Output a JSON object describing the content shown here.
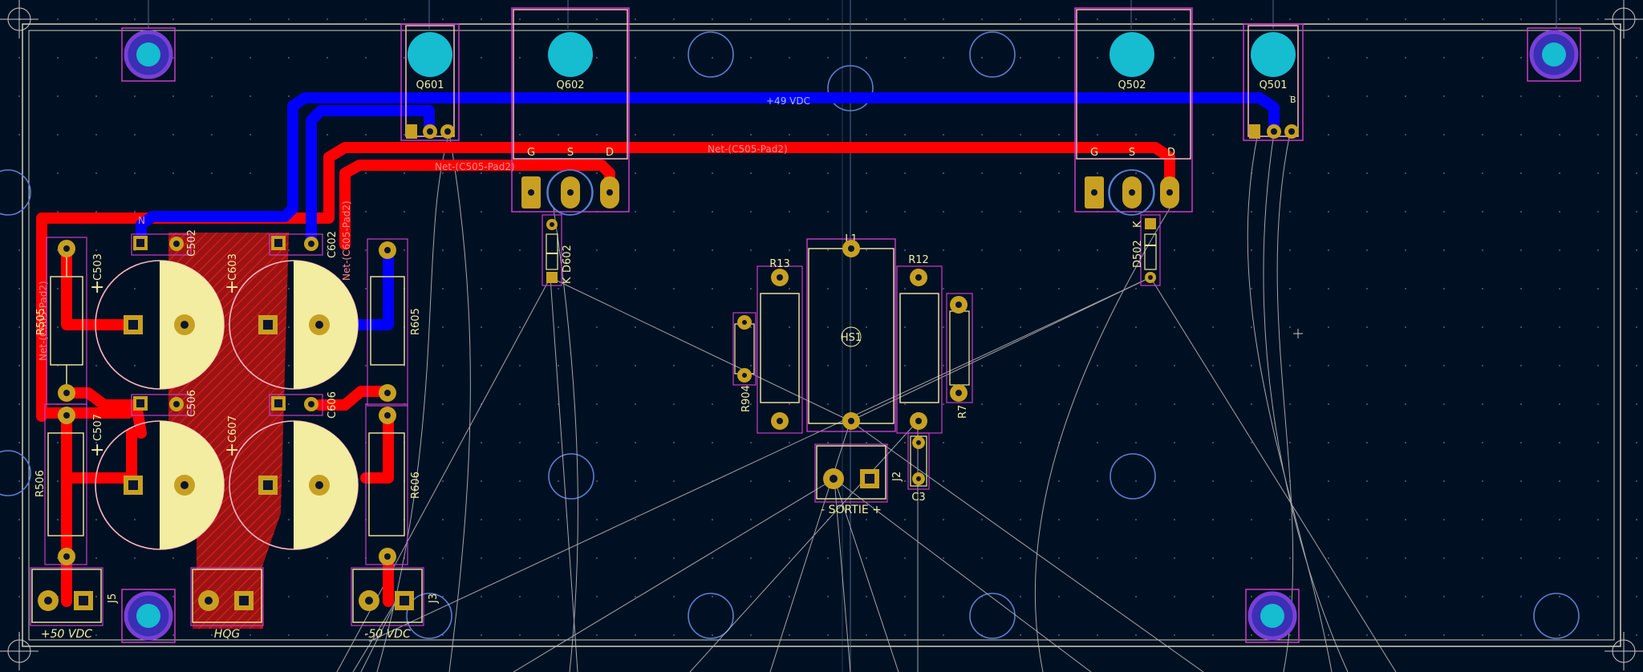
{
  "colors": {
    "background": "#001023",
    "trace_front": "#ff0000",
    "trace_back": "#0000ff",
    "silkscreen": "#f2eda1",
    "courtyard": "#c83cc8",
    "fab": "#ffb6c1",
    "pad": "#c8a021",
    "via_fill": "#16bcd0",
    "mounting_ring": "#7a3fd6",
    "ratsnest": "#bfbfbf",
    "board_edge": "#d0d0b0",
    "hole_outline": "#5a7fcf"
  },
  "components": {
    "transistors": [
      {
        "ref": "Q601",
        "pins": []
      },
      {
        "ref": "Q602",
        "pins": [
          "G",
          "S",
          "D"
        ]
      },
      {
        "ref": "Q502",
        "pins": [
          "G",
          "S",
          "D"
        ]
      },
      {
        "ref": "Q501",
        "pins": []
      }
    ],
    "q501_pin_label": "B",
    "capacitors": [
      "C502",
      "C503",
      "C506",
      "C507",
      "C602",
      "C603",
      "C606",
      "C607",
      "C3"
    ],
    "resistors": [
      "R505",
      "R506",
      "R605",
      "R606",
      "R13",
      "R12",
      "R904",
      "R7"
    ],
    "diodes": [
      {
        "ref": "D602",
        "pin": "K"
      },
      {
        "ref": "D502",
        "pin": "K"
      }
    ],
    "inductor": "L1",
    "heatsink": "HS1",
    "connectors": [
      {
        "ref": "J5",
        "label": "+50 VDC"
      },
      {
        "ref": "",
        "label": "HQG"
      },
      {
        "ref": "J3",
        "label": "-50 VDC"
      },
      {
        "ref": "J2",
        "label": "- SORTIE +"
      }
    ]
  },
  "nets": {
    "vdc49": "+49 VDC",
    "c505_a": "Net-(C505-Pad2)",
    "c505_b": "Net-(C505-Pad2)",
    "c605_vert": "Net-(C605-Pad2)",
    "c505_vert": "Net-(C505-Pad2)",
    "tiny": "N"
  }
}
